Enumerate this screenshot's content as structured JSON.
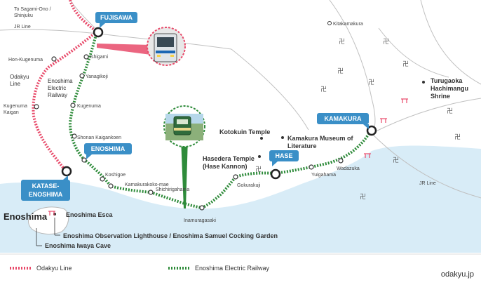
{
  "brand": "odakyu.jp",
  "colors": {
    "odakyu_line": "#e84a6a",
    "enoshima_railway": "#2e8b3a",
    "badge": "#3a8fc7",
    "sea": "#d8ecf7",
    "land_line": "#b9b9b9"
  },
  "stations_major": {
    "fujisawa": "FUJISAWA",
    "enoshima": "ENOSHIMA",
    "katase_line1": "KATASE-",
    "katase_line2": "ENOSHIMA",
    "hase": "HASE",
    "kamakura": "KAMAKURA"
  },
  "stations_minor": {
    "ishigami": "Ishigami",
    "yanagikoji": "Yanagikoji",
    "kugenuma": "Kugenuma",
    "shonan_kaigankoen": "Shonan Kaigankoen",
    "koshigoe": "Koshigoe",
    "kamakurakoko_mae": "Kamakurakoko-mae",
    "shichirigahama": "Shichirigahama",
    "inamuragasaki": "Inamuragasaki",
    "gokurakuji": "Gokurakuji",
    "yuigahama": "Yuigahama",
    "wadazuka": "Wadazuka",
    "hon_kugenuma": "Hon-Kugenuma",
    "kugenuma_kaigan_line1": "Kugenuma",
    "kugenuma_kaigan_line2": "Kaigan",
    "kitakamakura": "Kitakamakura"
  },
  "lines": {
    "to_sagami_line1": "To Sagami-Ono /",
    "to_sagami_line2": "Shinjuku",
    "jr_line_top": "JR Line",
    "jr_line_bottom": "JR Line",
    "odakyu_label_line1": "Odakyu",
    "odakyu_label_line2": "Line",
    "enoden_label_line1": "Enoshima",
    "enoden_label_line2": "Electric",
    "enoden_label_line3": "Railway"
  },
  "landmarks": {
    "tsurugaoka_line1": "Turugaoka",
    "tsurugaoka_line2": "Hachimangu",
    "tsurugaoka_line3": "Shrine",
    "kotokuin": "Kotokuin Temple",
    "museum_line1": "Kamakura Museum of",
    "museum_line2": "Literature",
    "hasedera_line1": "Hasedera Temple",
    "hasedera_line2": "(Hase Kannon)",
    "enoshima_island": "Enoshima",
    "enoshima_esca": "Enoshima Esca",
    "lighthouse": "Enoshima Observation Lighthouse / Enoshima Samuel Cocking Garden",
    "iwaya_cave": "Enoshima Iwaya Cave"
  },
  "legend": {
    "odakyu": "Odakyu Line",
    "enoden": "Enoshima Electric Railway"
  },
  "icons": [
    "temple-icon",
    "shrine-gate-icon",
    "train-photo-icon"
  ]
}
